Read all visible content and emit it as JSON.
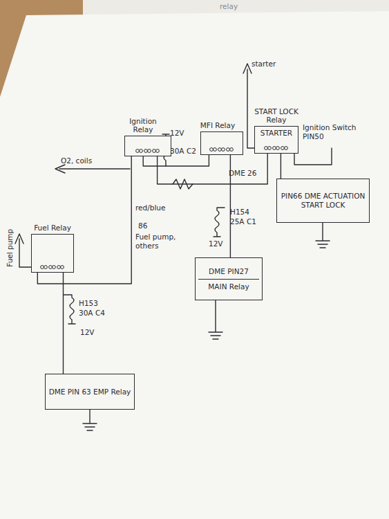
{
  "diagram": {
    "nodes": [
      {
        "text": [
          "Ignition Relay"
        ]
      },
      {
        "text": [
          "MFI Relay"
        ]
      },
      {
        "text": [
          "START LOCK Relay",
          "STARTER"
        ]
      },
      {
        "text": [
          "PIN66 DME ACTUATION START LOCK"
        ]
      },
      {
        "text": [
          "DME PIN27",
          "MAIN Relay"
        ]
      },
      {
        "text": [
          "Fuel Relay"
        ]
      },
      {
        "text": [
          "DME PIN 63 EMP Relay"
        ]
      }
    ],
    "edges": [
      {
        "from": 0,
        "to": 1,
        "arrow": "none"
      },
      {
        "from": 0,
        "to": 2,
        "arrow": "none"
      },
      {
        "from": 2,
        "to": 3,
        "arrow": "none"
      },
      {
        "from": 1,
        "to": 4,
        "arrow": "none"
      },
      {
        "from": 0,
        "to": 5,
        "arrow": "none"
      },
      {
        "from": 5,
        "to": 6,
        "arrow": "none"
      }
    ],
    "labels": [
      "relay",
      "starter",
      "12V",
      "30A C2",
      "Ignition Switch PIN50",
      "O2, coils",
      "DME 26",
      "H154",
      "25A C1",
      "12V",
      "red/blue",
      "86",
      "Fuel pump, others",
      "Fuel pump",
      "H153",
      "30A C4",
      "12V"
    ]
  }
}
